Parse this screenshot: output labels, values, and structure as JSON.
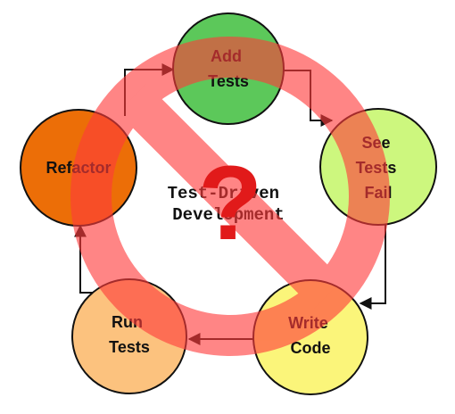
{
  "diagram": {
    "center_title": [
      "Test-Driven",
      "Development"
    ],
    "nodes": [
      {
        "id": "add-tests",
        "lines": [
          "Add",
          "Tests"
        ],
        "color": "#5cc85a"
      },
      {
        "id": "see-tests-fail",
        "lines": [
          "See",
          "Tests",
          "Fail"
        ],
        "color": "#cdf77e"
      },
      {
        "id": "write-code",
        "lines": [
          "Write",
          "Code"
        ],
        "color": "#fbf57a"
      },
      {
        "id": "run-tests",
        "lines": [
          "Run",
          "Tests"
        ],
        "color": "#fcc27e"
      },
      {
        "id": "refactor",
        "lines": [
          "Refactor"
        ],
        "color": "#ec6e07"
      }
    ],
    "overlay": {
      "symbol": "?",
      "prohibition_color": "#ff3b3b",
      "question_color": "#e11a1a"
    }
  }
}
